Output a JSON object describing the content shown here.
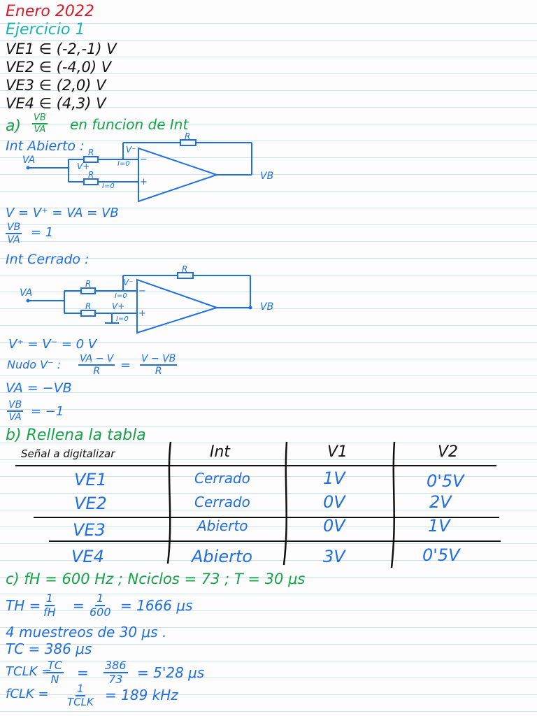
{
  "header": {
    "title": "Enero 2022",
    "exercise": "Ejercicio 1"
  },
  "inputs": [
    {
      "name": "VE1",
      "value": "∈ (-2,-1) V"
    },
    {
      "name": "VE2",
      "value": "∈ (-4,0) V"
    },
    {
      "name": "VE3",
      "value": "∈ (2,0) V"
    },
    {
      "name": "VE4",
      "value": "∈ (4,3) V"
    }
  ],
  "part_a": {
    "label": "a)",
    "frac_num": "VB",
    "frac_den": "VA",
    "text": "en funcion de Int",
    "open": {
      "heading": "Int Abierto :",
      "va": "VA",
      "vb": "VB",
      "r": "R",
      "vminus": "V⁻",
      "vplus": "V+",
      "i0": "I=0",
      "minus": "−",
      "plus": "+",
      "eq1": "V = V⁺ = VA = VB",
      "eq2_num": "VB",
      "eq2_den": "VA",
      "eq2_rhs": "= 1"
    },
    "closed": {
      "heading": "Int Cerrado :",
      "va": "VA",
      "vb": "VB",
      "r": "R",
      "vminus": "V⁻",
      "vplus": "V+",
      "i0": "I=0",
      "minus": "−",
      "plus": "+",
      "eq1": "V⁺ = V⁻ = 0 V",
      "node_label": "Nudo V⁻ :",
      "node_lnum": "VA − V",
      "node_lden": "R",
      "node_eq": "=",
      "node_rnum": "V − VB",
      "node_rden": "R",
      "eq3": "VA = −VB",
      "eq4_num": "VB",
      "eq4_den": "VA",
      "eq4_rhs": "= −1"
    }
  },
  "part_b": {
    "label": "b) Rellena la tabla",
    "headers": [
      "Señal a digitalizar",
      "Int",
      "V1",
      "V2"
    ],
    "rows": [
      [
        "VE1",
        "Cerrado",
        "1V",
        "0'5V"
      ],
      [
        "VE2",
        "Cerrado",
        "0V",
        "2V"
      ],
      [
        "VE3",
        "Abierto",
        "0V",
        "1V"
      ],
      [
        "VE4",
        "Abierto",
        "3V",
        "0'5V"
      ]
    ]
  },
  "part_c": {
    "given": "c) fH = 600 Hz ; Nciclos = 73 ; T = 30 μs",
    "th_lhs": "TH =",
    "th_f1_num": "1",
    "th_f1_den": "fH",
    "th_eq": "=",
    "th_f2_num": "1",
    "th_f2_den": "600",
    "th_res": "= 1666 μs",
    "samples": "4 muestreos de 30 μs .",
    "tc": "TC = 386 μs",
    "tclk_lhs": "TCLK =",
    "tclk_f1_num": "TC",
    "tclk_f1_den": "N",
    "tclk_eq": "=",
    "tclk_f2_num": "386",
    "tclk_f2_den": "73",
    "tclk_res": "= 5'28 μs",
    "fclk_lhs": "fCLK =",
    "fclk_num": "1",
    "fclk_den": "TCLK",
    "fclk_res": "= 189 kHz"
  },
  "colors": {
    "title": "#d81b2a",
    "exercise": "#1ab3b0",
    "ink": "#111111",
    "green": "#17a34a",
    "blue": "#1f6fe0"
  }
}
